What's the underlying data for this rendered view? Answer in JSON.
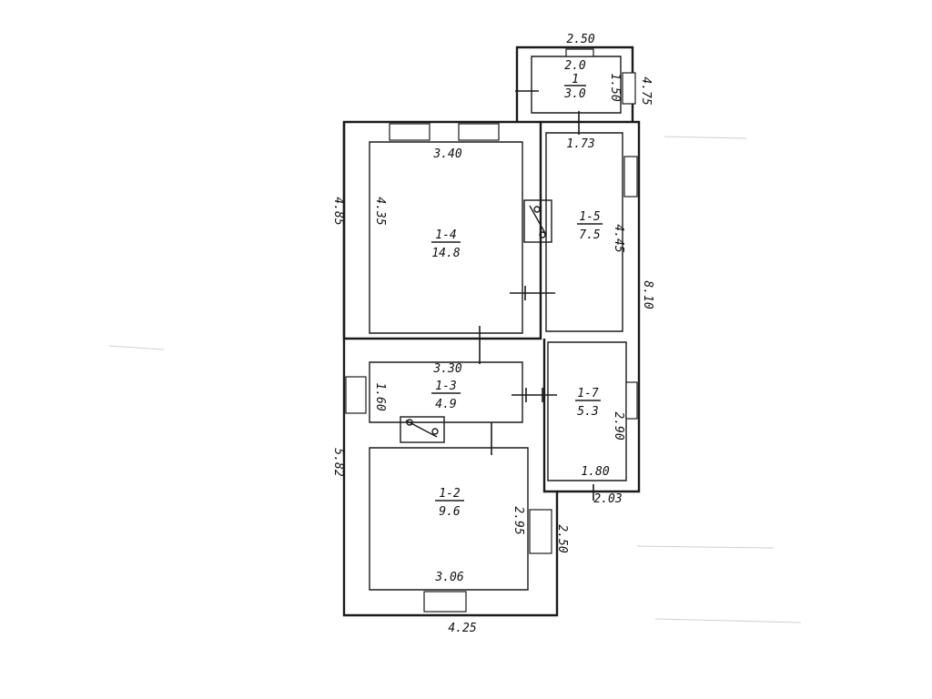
{
  "rooms": [
    {
      "id": "1",
      "name": "1",
      "area": "3.0",
      "extra": "2.0"
    },
    {
      "id": "1-4",
      "name": "1-4",
      "area": "14.8"
    },
    {
      "id": "1-5",
      "name": "1-5",
      "area": "7.5"
    },
    {
      "id": "1-3",
      "name": "1-3",
      "area": "4.9"
    },
    {
      "id": "1-7",
      "name": "1-7",
      "area": "5.3"
    },
    {
      "id": "1-2",
      "name": "1-2",
      "area": "9.6"
    }
  ],
  "dimensions": {
    "top_small": "2.50",
    "right_small_outer": "4.75",
    "right_small_inner": "1.50",
    "room14_width": "3.40",
    "room15_width": "1.73",
    "left_outer_top": "4.85",
    "room14_height": "4.35",
    "room15_height": "4.45",
    "right_outer": "8.10",
    "room13_width": "3.30",
    "room13_height": "1.60",
    "room17_height": "2.90",
    "room17_width": "1.80",
    "right_bottom": "2.03",
    "left_outer_bottom": "5.82",
    "room12_height": "2.95",
    "room12_right": "2.50",
    "room12_width": "3.06",
    "bottom_outer": "4.25"
  }
}
